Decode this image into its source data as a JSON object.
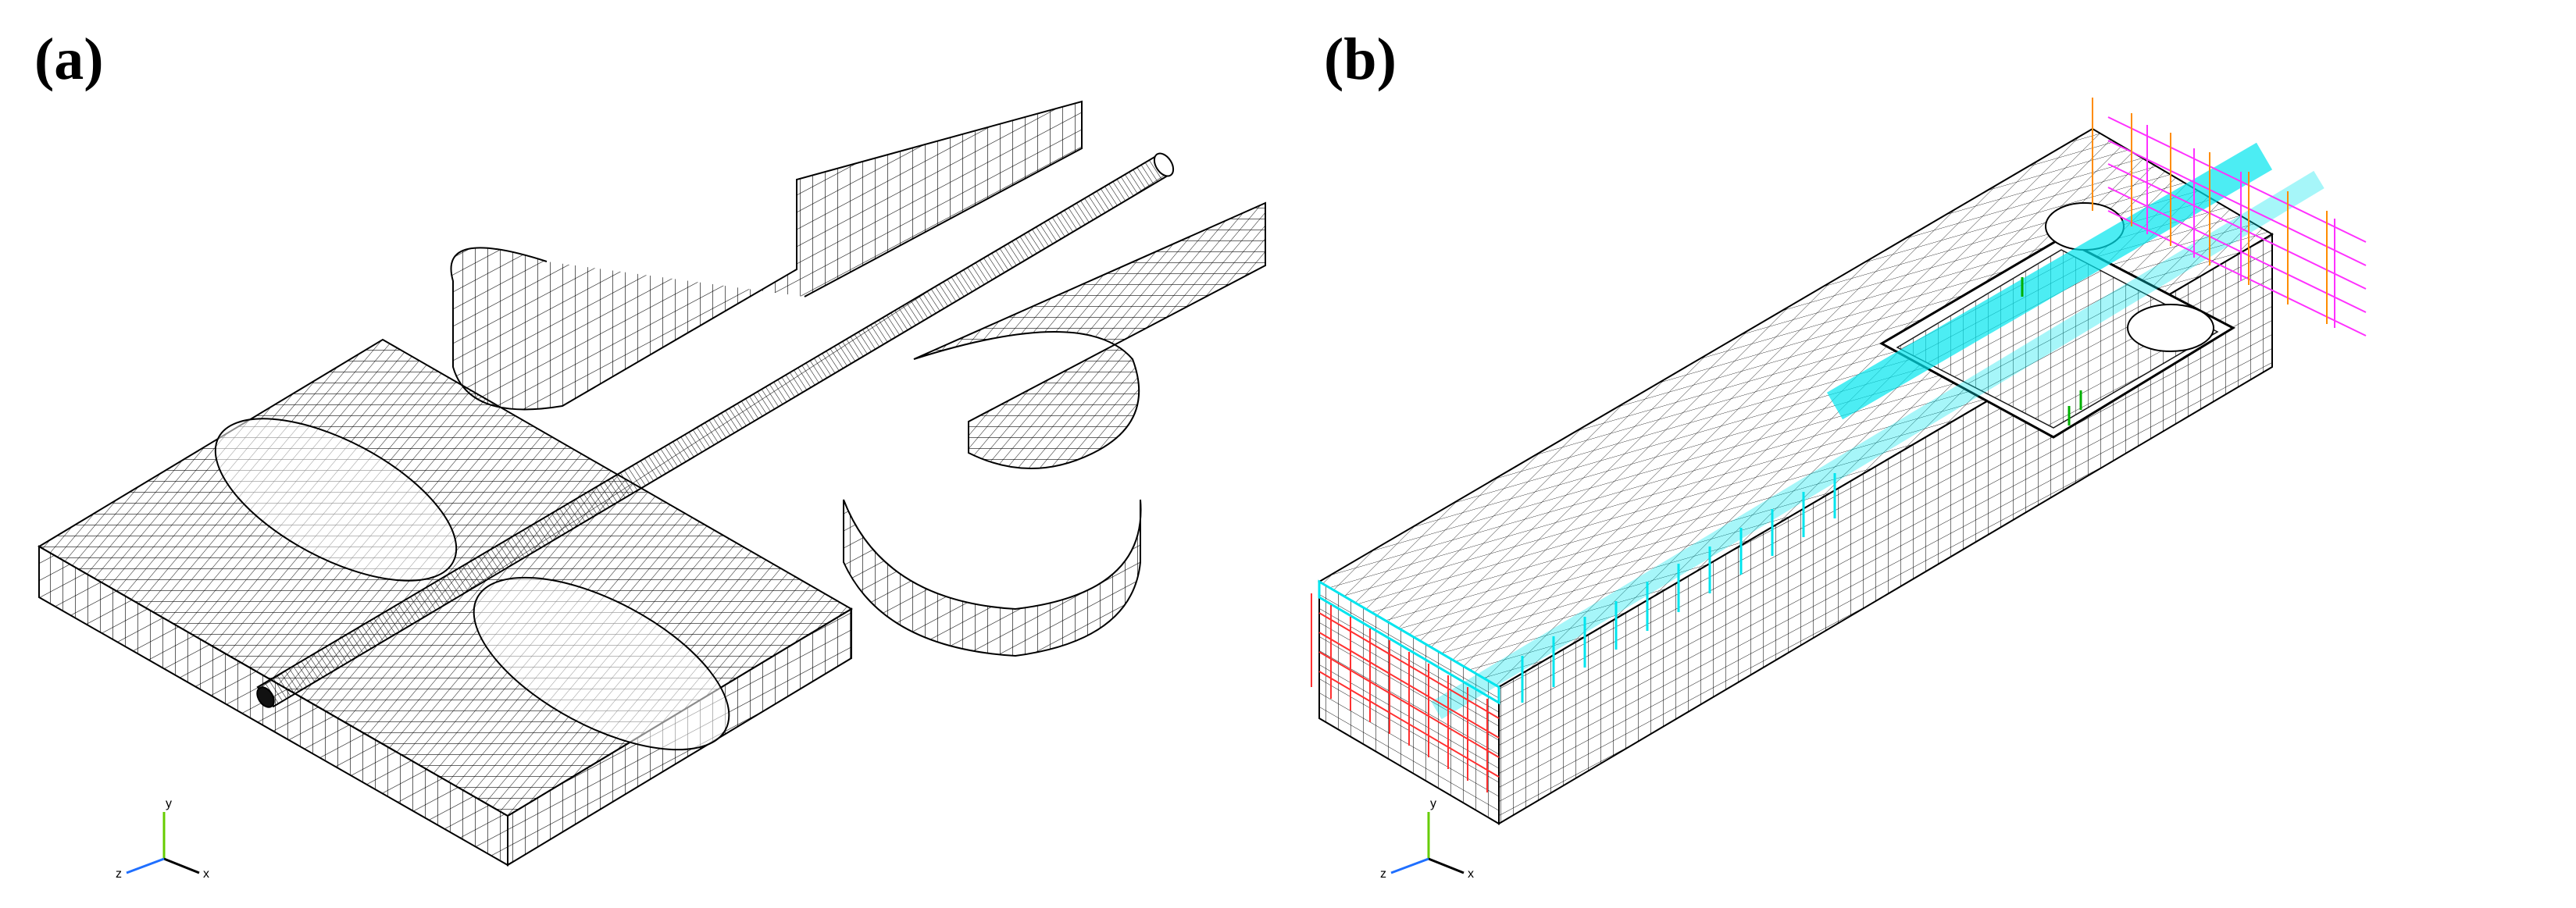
{
  "panels": [
    {
      "label": "(a)",
      "axes": {
        "x": "x",
        "y": "y",
        "z": "z"
      }
    },
    {
      "label": "(b)",
      "axes": {
        "x": "x",
        "y": "y",
        "z": "z"
      }
    }
  ],
  "colors": {
    "mesh": "#000000",
    "background": "#ffffff",
    "load_cyan": "#00e5ee",
    "load_red": "#ff3030",
    "load_magenta": "#ff30ff",
    "load_orange": "#ff8c00",
    "load_green": "#00b000",
    "axis_x": "#000000",
    "axis_y": "#66cc00",
    "axis_z": "#1f6fff"
  }
}
